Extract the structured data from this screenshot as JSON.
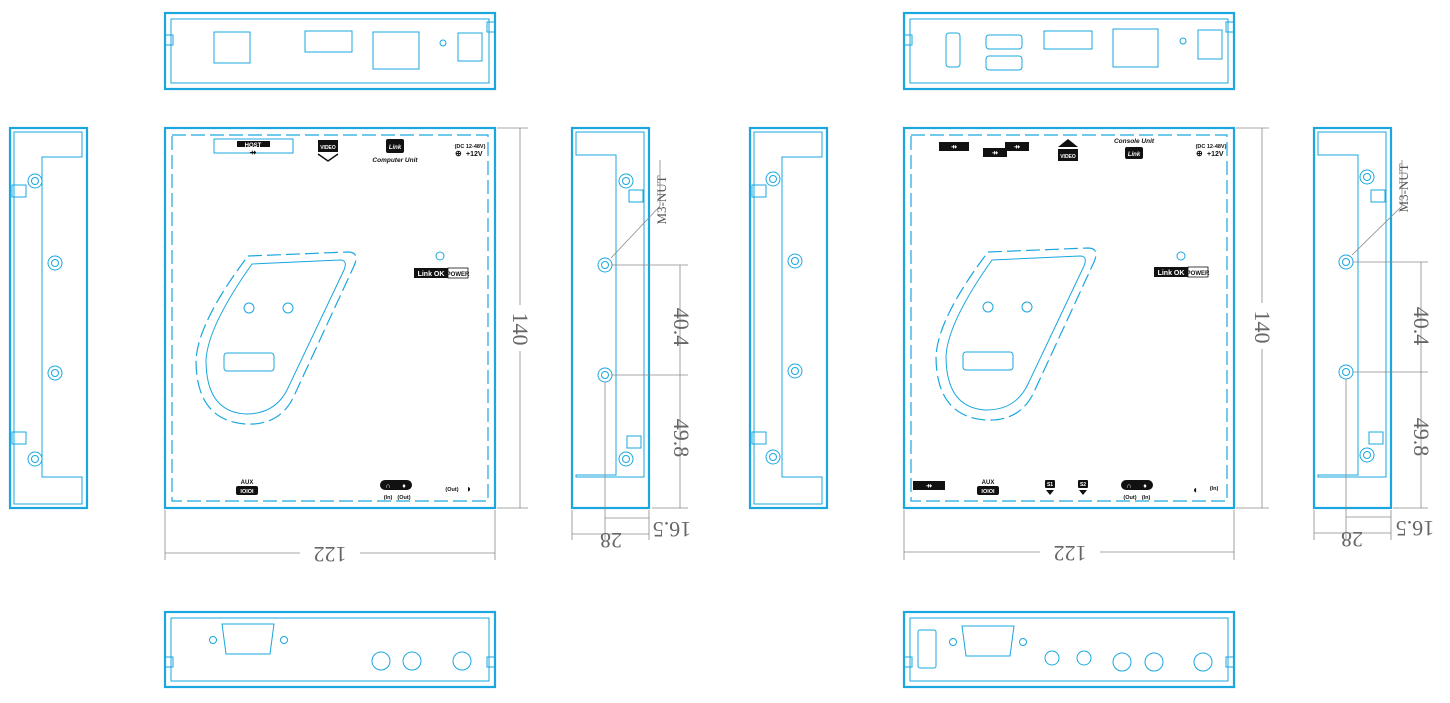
{
  "computer_unit": {
    "front_labels": {
      "host": "HOST",
      "video": "VIDEO",
      "link": "Link",
      "unit_name": "Computer Unit",
      "power_input": "(DC 12-48V)",
      "power_voltage": "+12V",
      "link_ok": "Link OK",
      "power": "POWER",
      "aux": "AUX",
      "aux_port": "IOIOI",
      "audio_in": "(In)",
      "audio_out": "(Out)",
      "speaker_out": "(Out)"
    }
  },
  "console_unit": {
    "front_labels": {
      "unit_name": "Console Unit",
      "link": "Link",
      "video": "VIDEO",
      "power_input": "(DC 12-48V)",
      "power_voltage": "+12V",
      "link_ok": "Link OK",
      "power": "POWER",
      "aux": "AUX",
      "aux_port": "IOIOI",
      "s1": "S1",
      "s2": "S2",
      "audio_out": "(Out)",
      "audio_in": "(In)",
      "speaker_in": "(In)"
    }
  },
  "dimensions": {
    "width": "122",
    "height": "140",
    "mount_spacing_1": "40.4",
    "mount_spacing_2": "49.8",
    "depth": "28",
    "offset": "16.5",
    "screw_type": "M3-NUT"
  }
}
